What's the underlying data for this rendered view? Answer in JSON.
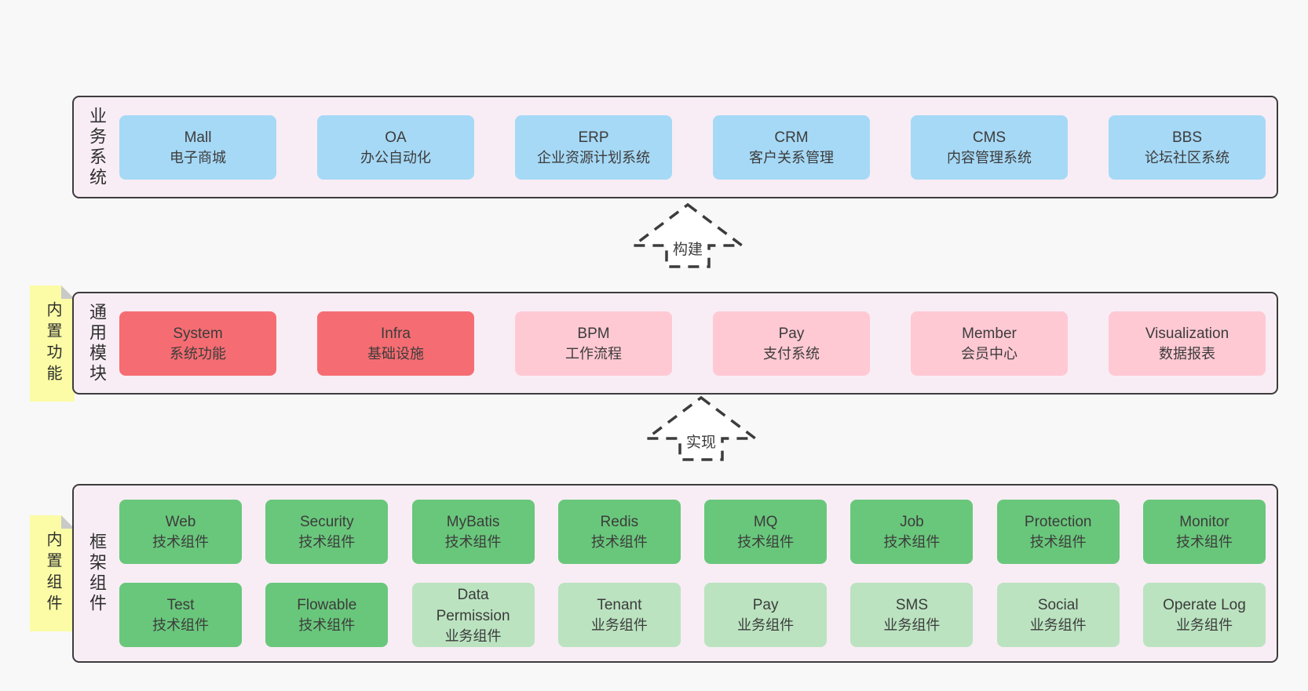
{
  "colors": {
    "bg": "#f8f8f8",
    "panel_bg": "#f8edf5",
    "panel_border": "#3c3c3c",
    "box_blue": "#a6d9f6",
    "box_red": "#f56d72",
    "box_pink": "#ffc9d3",
    "box_green": "#69c77b",
    "box_green_light": "#bbe3c0",
    "sticky_bg": "#fbfca5",
    "sticky_fold": "#c9c9c9",
    "text": "#3c3c3c"
  },
  "stickies": [
    {
      "label": "内置功能"
    },
    {
      "label": "内置组件"
    }
  ],
  "arrows": [
    {
      "label": "构建"
    },
    {
      "label": "实现"
    }
  ],
  "sections": [
    {
      "row_label": "业务系统",
      "rows": [
        [
          {
            "title": "Mall",
            "subtitle": "电子商城",
            "color": "blue"
          },
          {
            "title": "OA",
            "subtitle": "办公自动化",
            "color": "blue"
          },
          {
            "title": "ERP",
            "subtitle": "企业资源计划系统",
            "color": "blue"
          },
          {
            "title": "CRM",
            "subtitle": "客户关系管理",
            "color": "blue"
          },
          {
            "title": "CMS",
            "subtitle": "内容管理系统",
            "color": "blue"
          },
          {
            "title": "BBS",
            "subtitle": "论坛社区系统",
            "color": "blue"
          }
        ]
      ]
    },
    {
      "row_label": "通用模块",
      "rows": [
        [
          {
            "title": "System",
            "subtitle": "系统功能",
            "color": "red"
          },
          {
            "title": "Infra",
            "subtitle": "基础设施",
            "color": "red"
          },
          {
            "title": "BPM",
            "subtitle": "工作流程",
            "color": "pink"
          },
          {
            "title": "Pay",
            "subtitle": "支付系统",
            "color": "pink"
          },
          {
            "title": "Member",
            "subtitle": "会员中心",
            "color": "pink"
          },
          {
            "title": "Visualization",
            "subtitle": "数据报表",
            "color": "pink"
          }
        ]
      ]
    },
    {
      "row_label": "框架组件",
      "rows": [
        [
          {
            "title": "Web",
            "subtitle": "技术组件",
            "color": "green"
          },
          {
            "title": "Security",
            "subtitle": "技术组件",
            "color": "green"
          },
          {
            "title": "MyBatis",
            "subtitle": "技术组件",
            "color": "green"
          },
          {
            "title": "Redis",
            "subtitle": "技术组件",
            "color": "green"
          },
          {
            "title": "MQ",
            "subtitle": "技术组件",
            "color": "green"
          },
          {
            "title": "Job",
            "subtitle": "技术组件",
            "color": "green"
          },
          {
            "title": "Protection",
            "subtitle": "技术组件",
            "color": "green"
          },
          {
            "title": "Monitor",
            "subtitle": "技术组件",
            "color": "green"
          }
        ],
        [
          {
            "title": "Test",
            "subtitle": "技术组件",
            "color": "green"
          },
          {
            "title": "Flowable",
            "subtitle": "技术组件",
            "color": "green"
          },
          {
            "title": "Data\nPermission",
            "subtitle": "业务组件",
            "color": "green_light"
          },
          {
            "title": "Tenant",
            "subtitle": "业务组件",
            "color": "green_light"
          },
          {
            "title": "Pay",
            "subtitle": "业务组件",
            "color": "green_light"
          },
          {
            "title": "SMS",
            "subtitle": "业务组件",
            "color": "green_light"
          },
          {
            "title": "Social",
            "subtitle": "业务组件",
            "color": "green_light"
          },
          {
            "title": "Operate Log",
            "subtitle": "业务组件",
            "color": "green_light"
          }
        ]
      ]
    }
  ]
}
